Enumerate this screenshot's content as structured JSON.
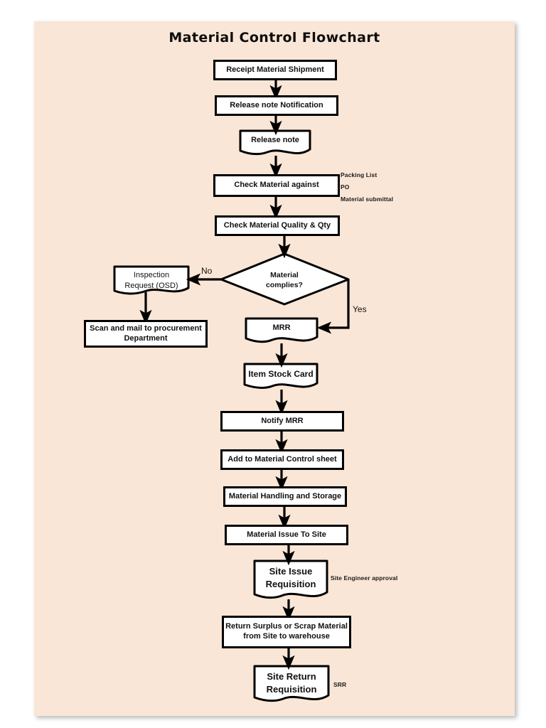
{
  "page": {
    "title": "Material Control Flowchart",
    "background_color": "#FAE6D6",
    "node_fill": "#FFFFFF",
    "stroke_color": "#000000",
    "text_color": "#111111"
  },
  "chart_data": {
    "type": "diagram",
    "diagram_kind": "flowchart",
    "title": "Material Control Flowchart",
    "orientation": "top-to-bottom",
    "nodes": [
      {
        "id": "n1",
        "label": "Receipt Material Shipment",
        "shape": "process"
      },
      {
        "id": "n2",
        "label": "Release note Notification",
        "shape": "process"
      },
      {
        "id": "n3",
        "label": "Release note",
        "shape": "document"
      },
      {
        "id": "n4",
        "label": "Check Material against",
        "shape": "process"
      },
      {
        "id": "n5",
        "label": "Check Material Quality & Qty",
        "shape": "process"
      },
      {
        "id": "n6",
        "label": "Material complies?",
        "shape": "decision"
      },
      {
        "id": "n7",
        "label": "Inspection Request (OSD)",
        "shape": "document"
      },
      {
        "id": "n8",
        "label": "Scan and mail to procurement Department",
        "shape": "process"
      },
      {
        "id": "n9",
        "label": "MRR",
        "shape": "document"
      },
      {
        "id": "n10",
        "label": "Item Stock Card",
        "shape": "document"
      },
      {
        "id": "n11",
        "label": "Notify MRR",
        "shape": "process"
      },
      {
        "id": "n12",
        "label": "Add to Material Control sheet",
        "shape": "process"
      },
      {
        "id": "n13",
        "label": "Material Handling and Storage",
        "shape": "process"
      },
      {
        "id": "n14",
        "label": "Material Issue To Site",
        "shape": "process"
      },
      {
        "id": "n15",
        "label": "Site Issue Requisition",
        "shape": "document"
      },
      {
        "id": "n16",
        "label": "Return Surplus or Scrap Material from Site to warehouse",
        "shape": "process"
      },
      {
        "id": "n17",
        "label": "Site Return Requisition",
        "shape": "document"
      }
    ],
    "edges": [
      {
        "from": "n1",
        "to": "n2",
        "label": ""
      },
      {
        "from": "n2",
        "to": "n3",
        "label": ""
      },
      {
        "from": "n3",
        "to": "n4",
        "label": ""
      },
      {
        "from": "n4",
        "to": "n5",
        "label": ""
      },
      {
        "from": "n5",
        "to": "n6",
        "label": ""
      },
      {
        "from": "n6",
        "to": "n7",
        "label": "No"
      },
      {
        "from": "n6",
        "to": "n9",
        "label": "Yes"
      },
      {
        "from": "n7",
        "to": "n8",
        "label": ""
      },
      {
        "from": "n9",
        "to": "n10",
        "label": ""
      },
      {
        "from": "n10",
        "to": "n11",
        "label": ""
      },
      {
        "from": "n11",
        "to": "n12",
        "label": ""
      },
      {
        "from": "n12",
        "to": "n13",
        "label": ""
      },
      {
        "from": "n13",
        "to": "n14",
        "label": ""
      },
      {
        "from": "n14",
        "to": "n15",
        "label": ""
      },
      {
        "from": "n15",
        "to": "n16",
        "label": ""
      },
      {
        "from": "n16",
        "to": "n17",
        "label": ""
      }
    ],
    "annotations": [
      {
        "id": "a1",
        "text": "Packing List",
        "attached_to": "n4"
      },
      {
        "id": "a2",
        "text": "PO",
        "attached_to": "n4"
      },
      {
        "id": "a3",
        "text": "Material submittal",
        "attached_to": "n4"
      },
      {
        "id": "a4",
        "text": "Site Engineer approval",
        "attached_to": "n15"
      },
      {
        "id": "a5",
        "text": "SRR",
        "attached_to": "n17"
      }
    ],
    "edge_labels": [
      "No",
      "Yes"
    ]
  },
  "nodes": {
    "n1": {
      "label": "Receipt Material Shipment"
    },
    "n2": {
      "label": "Release note Notification"
    },
    "n3": {
      "label": "Release note"
    },
    "n4": {
      "label": "Check Material against"
    },
    "n5": {
      "label": "Check Material Quality & Qty"
    },
    "n6": {
      "line1": "Material",
      "line2": "complies?"
    },
    "n7": {
      "line1": "Inspection",
      "line2": "Request (OSD)"
    },
    "n8": {
      "line1": "Scan and mail to procurement",
      "line2": "Department"
    },
    "n9": {
      "label": "MRR"
    },
    "n10": {
      "label": "Item Stock Card"
    },
    "n11": {
      "label": "Notify MRR"
    },
    "n12": {
      "label": "Add to Material Control sheet"
    },
    "n13": {
      "label": "Material Handling and Storage"
    },
    "n14": {
      "label": "Material Issue To Site"
    },
    "n15": {
      "line1": "Site Issue",
      "line2": "Requisition"
    },
    "n16": {
      "line1": "Return Surplus or Scrap Material",
      "line2": "from Site to warehouse"
    },
    "n17": {
      "line1": "Site Return",
      "line2": "Requisition"
    }
  },
  "annotations": {
    "packing_list": "Packing List",
    "po": "PO",
    "material_submittal": "Material submittal",
    "site_engineer_approval": "Site Engineer approval",
    "srr": "SRR"
  },
  "edge_labels": {
    "no": "No",
    "yes": "Yes"
  }
}
